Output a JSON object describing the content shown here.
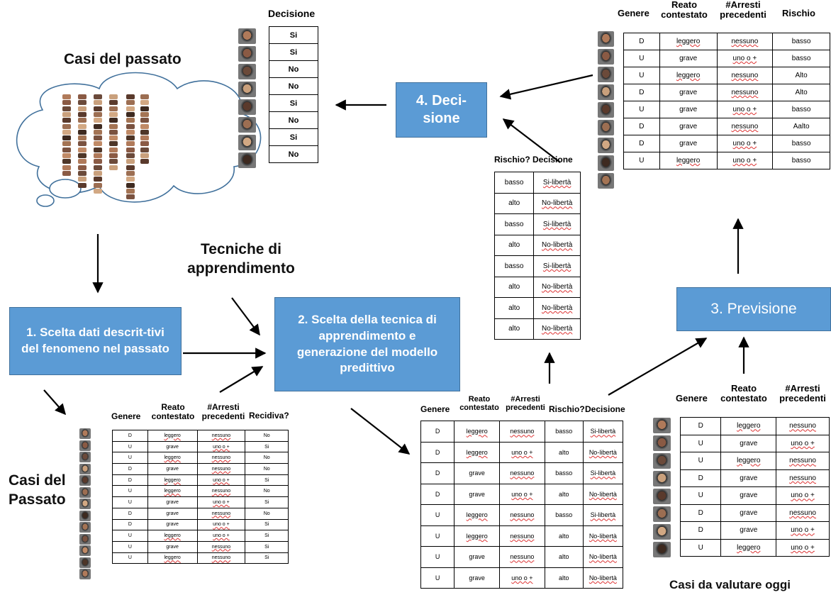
{
  "labels": {
    "casi_passato_top": "Casi del passato",
    "tecniche": "Tecniche di apprendimento",
    "casi_passato_left": "Casi del Passato",
    "casi_oggi": "Casi da valutare oggi"
  },
  "boxes": {
    "step1": "1. Scelta dati descrit-tivi del fenomeno nel passato",
    "step2": "2. Scelta della tecnica di apprendimento e generazione del modello predittivo",
    "step3": "3. Previsione",
    "step4": "4. Deci-sione"
  },
  "headers": {
    "decisione": "Decisione",
    "genere": "Genere",
    "reato": "Reato contestato",
    "arresti": "#Arresti precedenti",
    "rischio": "Rischio",
    "rischio_q": "Rischio?",
    "recidiva": "Recidiva?"
  },
  "decision_top": [
    "Si",
    "Si",
    "No",
    "No",
    "Si",
    "No",
    "Si",
    "No"
  ],
  "risk_today": [
    [
      "D",
      "leggero",
      "nessuno",
      "basso"
    ],
    [
      "U",
      "grave",
      "uno o +",
      "basso"
    ],
    [
      "U",
      "leggero",
      "nessuno",
      "Alto"
    ],
    [
      "D",
      "grave",
      "nessuno",
      "Alto"
    ],
    [
      "U",
      "grave",
      "uno o +",
      "basso"
    ],
    [
      "D",
      "grave",
      "nessuno",
      "Aalto"
    ],
    [
      "D",
      "grave",
      "uno o +",
      "basso"
    ],
    [
      "U",
      "leggero",
      "uno o +",
      "basso"
    ]
  ],
  "risk_decision": [
    [
      "basso",
      "Si-libertà"
    ],
    [
      "alto",
      "No-libertà"
    ],
    [
      "basso",
      "Si-libertà"
    ],
    [
      "alto",
      "No-libertà"
    ],
    [
      "basso",
      "Si-libertà"
    ],
    [
      "alto",
      "No-libertà"
    ],
    [
      "alto",
      "No-libertà"
    ],
    [
      "alto",
      "No-libertà"
    ]
  ],
  "past_cases": [
    [
      "D",
      "leggero",
      "nessuno",
      "No"
    ],
    [
      "U",
      "grave",
      "uno o +",
      "Si"
    ],
    [
      "U",
      "leggero",
      "nessuno",
      "No"
    ],
    [
      "D",
      "grave",
      "nessuno",
      "No"
    ],
    [
      "D",
      "leggero",
      "uno o +",
      "Si"
    ],
    [
      "U",
      "leggero",
      "nessuno",
      "No"
    ],
    [
      "U",
      "grave",
      "uno o +",
      "Si"
    ],
    [
      "D",
      "grave",
      "nessuno",
      "No"
    ],
    [
      "D",
      "grave",
      "uno o +",
      "Si"
    ],
    [
      "U",
      "leggero",
      "uno o +",
      "Si"
    ],
    [
      "U",
      "grave",
      "nessuno",
      "Si"
    ],
    [
      "U",
      "leggero",
      "nessuno",
      "Si"
    ]
  ],
  "model_table": [
    [
      "D",
      "leggero",
      "nessuno",
      "basso",
      "Si-libertà"
    ],
    [
      "D",
      "leggero",
      "uno o +",
      "alto",
      "No-libertà"
    ],
    [
      "D",
      "grave",
      "nessuno",
      "basso",
      "Si-libertà"
    ],
    [
      "D",
      "grave",
      "uno o +",
      "alto",
      "No-libertà"
    ],
    [
      "U",
      "leggero",
      "nessuno",
      "basso",
      "Si-libertà"
    ],
    [
      "U",
      "leggero",
      "nessuno",
      "alto",
      "No-libertà"
    ],
    [
      "U",
      "grave",
      "nessuno",
      "alto",
      "No-libertà"
    ],
    [
      "U",
      "grave",
      "uno o +",
      "alto",
      "No-libertà"
    ]
  ],
  "today_cases": [
    [
      "D",
      "leggero",
      "nessuno"
    ],
    [
      "U",
      "grave",
      "uno o +"
    ],
    [
      "U",
      "leggero",
      "nessuno"
    ],
    [
      "D",
      "grave",
      "nessuno"
    ],
    [
      "U",
      "grave",
      "uno o +"
    ],
    [
      "D",
      "grave",
      "nessuno"
    ],
    [
      "D",
      "grave",
      "uno o +"
    ],
    [
      "U",
      "leggero",
      "uno o +"
    ]
  ],
  "face_colors": [
    "#b07a5a",
    "#8a5a44",
    "#6b4a3a",
    "#c9a07c",
    "#5a3a2c",
    "#9c6e52",
    "#d2a883",
    "#3e2a20",
    "#a47454",
    "#7a5240",
    "#c08a66",
    "#4e3628"
  ]
}
